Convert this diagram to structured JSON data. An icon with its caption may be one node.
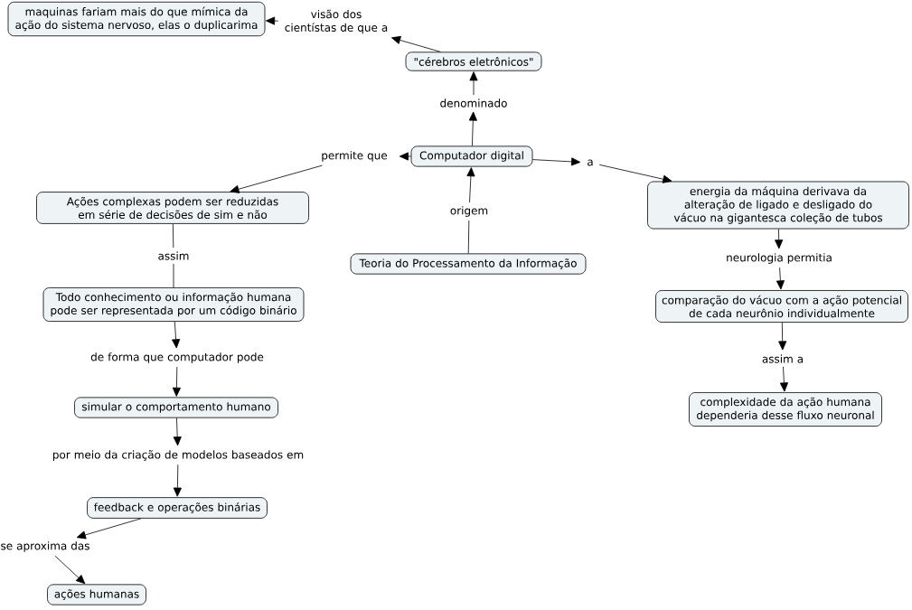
{
  "diagram": {
    "nodes": [
      {
        "text": [
          "maquinas fariam mais do que mímica da ação do sistema nervoso, elas o duplicarima"
        ]
      },
      {
        "text": [
          "visão dos cientístas de que a"
        ]
      },
      {
        "text": [
          "\"cérebros eletrônicos\""
        ]
      },
      {
        "text": [
          "denominado"
        ]
      },
      {
        "text": [
          "permite que"
        ]
      },
      {
        "text": [
          "Computador digital"
        ]
      },
      {
        "text": [
          "a"
        ]
      },
      {
        "text": [
          "Ações complexas podem ser reduzidas em série de decisões de sim e não"
        ]
      },
      {
        "text": [
          "energia da máquina derivava da alteração de ligado e desligado do vácuo na gigantesca coleção de tubos"
        ]
      },
      {
        "text": [
          "origem"
        ]
      },
      {
        "text": [
          "assim"
        ]
      },
      {
        "text": [
          "Teoria do Processamento da Informação"
        ]
      },
      {
        "text": [
          "neurologia permitia"
        ]
      },
      {
        "text": [
          "Todo conhecimento ou informação humana pode ser representada por um código binário"
        ]
      },
      {
        "text": [
          "comparação do vácuo com a ação potencial de cada neurônio individualmente"
        ]
      },
      {
        "text": [
          "de forma que computador pode"
        ]
      },
      {
        "text": [
          "assim a"
        ]
      },
      {
        "text": [
          "simular o comportamento humano"
        ]
      },
      {
        "text": [
          "complexidade da ação humana dependeria desse fluxo neuronal"
        ]
      },
      {
        "text": [
          "por meio da criação de modelos baseados em"
        ]
      },
      {
        "text": [
          "feedback e operações binárias"
        ]
      },
      {
        "text": [
          "se aproxima das"
        ]
      },
      {
        "text": [
          "ações humanas"
        ]
      }
    ],
    "edges": [
      {
        "from": 2,
        "to": 1,
        "arrow": "to"
      },
      {
        "from": 1,
        "to": 0,
        "arrow": "to"
      },
      {
        "from": 5,
        "to": 3,
        "arrow": "to"
      },
      {
        "from": 3,
        "to": 2,
        "arrow": "to"
      },
      {
        "from": 5,
        "to": 4,
        "arrow": "to"
      },
      {
        "from": 4,
        "to": 7,
        "arrow": "to"
      },
      {
        "from": 5,
        "to": 6,
        "arrow": "to"
      },
      {
        "from": 6,
        "to": 8,
        "arrow": "to"
      },
      {
        "from": 11,
        "to": 9,
        "arrow": "none"
      },
      {
        "from": 9,
        "to": 5,
        "arrow": "to"
      },
      {
        "from": 7,
        "to": 10,
        "arrow": "none"
      },
      {
        "from": 10,
        "to": 13,
        "arrow": "none"
      },
      {
        "from": 13,
        "to": 15,
        "arrow": "to"
      },
      {
        "from": 15,
        "to": 17,
        "arrow": "to"
      },
      {
        "from": 17,
        "to": 19,
        "arrow": "to"
      },
      {
        "from": 19,
        "to": 20,
        "arrow": "to"
      },
      {
        "from": 20,
        "to": 21,
        "arrow": "to"
      },
      {
        "from": 21,
        "to": 22,
        "arrow": "to"
      },
      {
        "from": 8,
        "to": 12,
        "arrow": "to"
      },
      {
        "from": 12,
        "to": 14,
        "arrow": "to"
      },
      {
        "from": 14,
        "to": 16,
        "arrow": "to"
      },
      {
        "from": 16,
        "to": 18,
        "arrow": "to"
      }
    ]
  }
}
